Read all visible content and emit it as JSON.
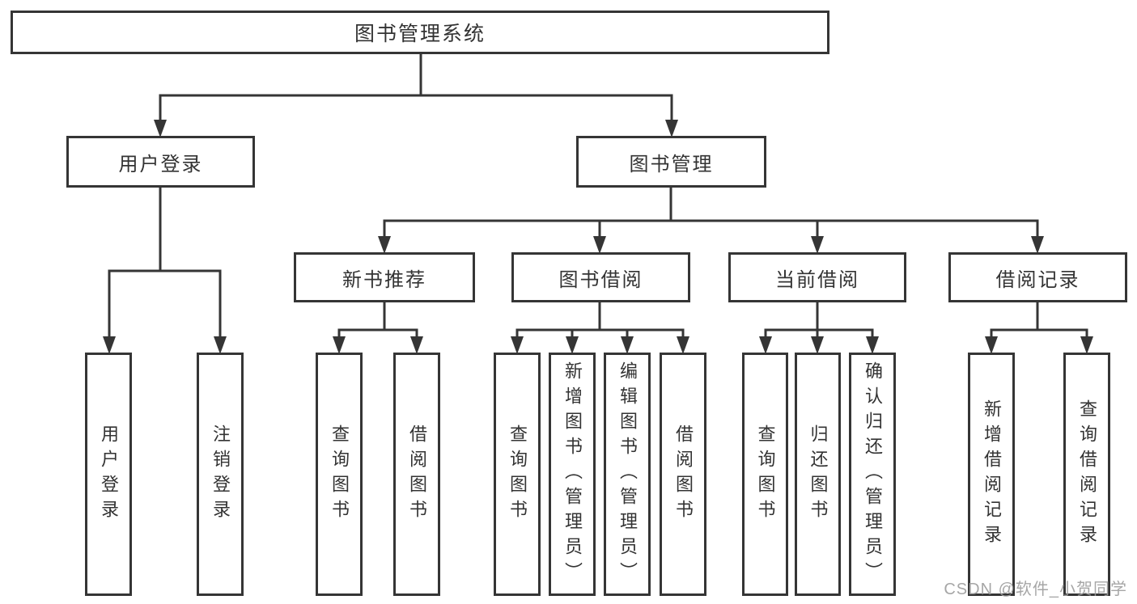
{
  "diagram": {
    "title": "图书管理系统",
    "nodes": {
      "root": {
        "label": "图书管理系统"
      },
      "l2": [
        {
          "label": "用户登录"
        },
        {
          "label": "图书管理"
        }
      ],
      "l3": [
        {
          "label": "新书推荐"
        },
        {
          "label": "图书借阅"
        },
        {
          "label": "当前借阅"
        },
        {
          "label": "借阅记录"
        }
      ],
      "leaves": {
        "user": [
          {
            "label": "用户登录"
          },
          {
            "label": "注销登录"
          }
        ],
        "newbook": [
          {
            "label": "查询图书"
          },
          {
            "label": "借阅图书"
          }
        ],
        "borrow": [
          {
            "label": "查询图书"
          },
          {
            "label": "新增图书（管理员）"
          },
          {
            "label": "编辑图书（管理员）"
          },
          {
            "label": "借阅图书"
          }
        ],
        "current": [
          {
            "label": "查询图书"
          },
          {
            "label": "归还图书"
          },
          {
            "label": "确认归还（管理员）"
          }
        ],
        "record": [
          {
            "label": "新增借阅记录"
          },
          {
            "label": "查询借阅记录"
          }
        ]
      }
    },
    "colors": {
      "line": "#353535",
      "text": "#333333",
      "watermark": "#9d9d9d",
      "background": "#ffffff"
    }
  },
  "watermark": {
    "text": "CSDN @软件_小贺同学"
  }
}
